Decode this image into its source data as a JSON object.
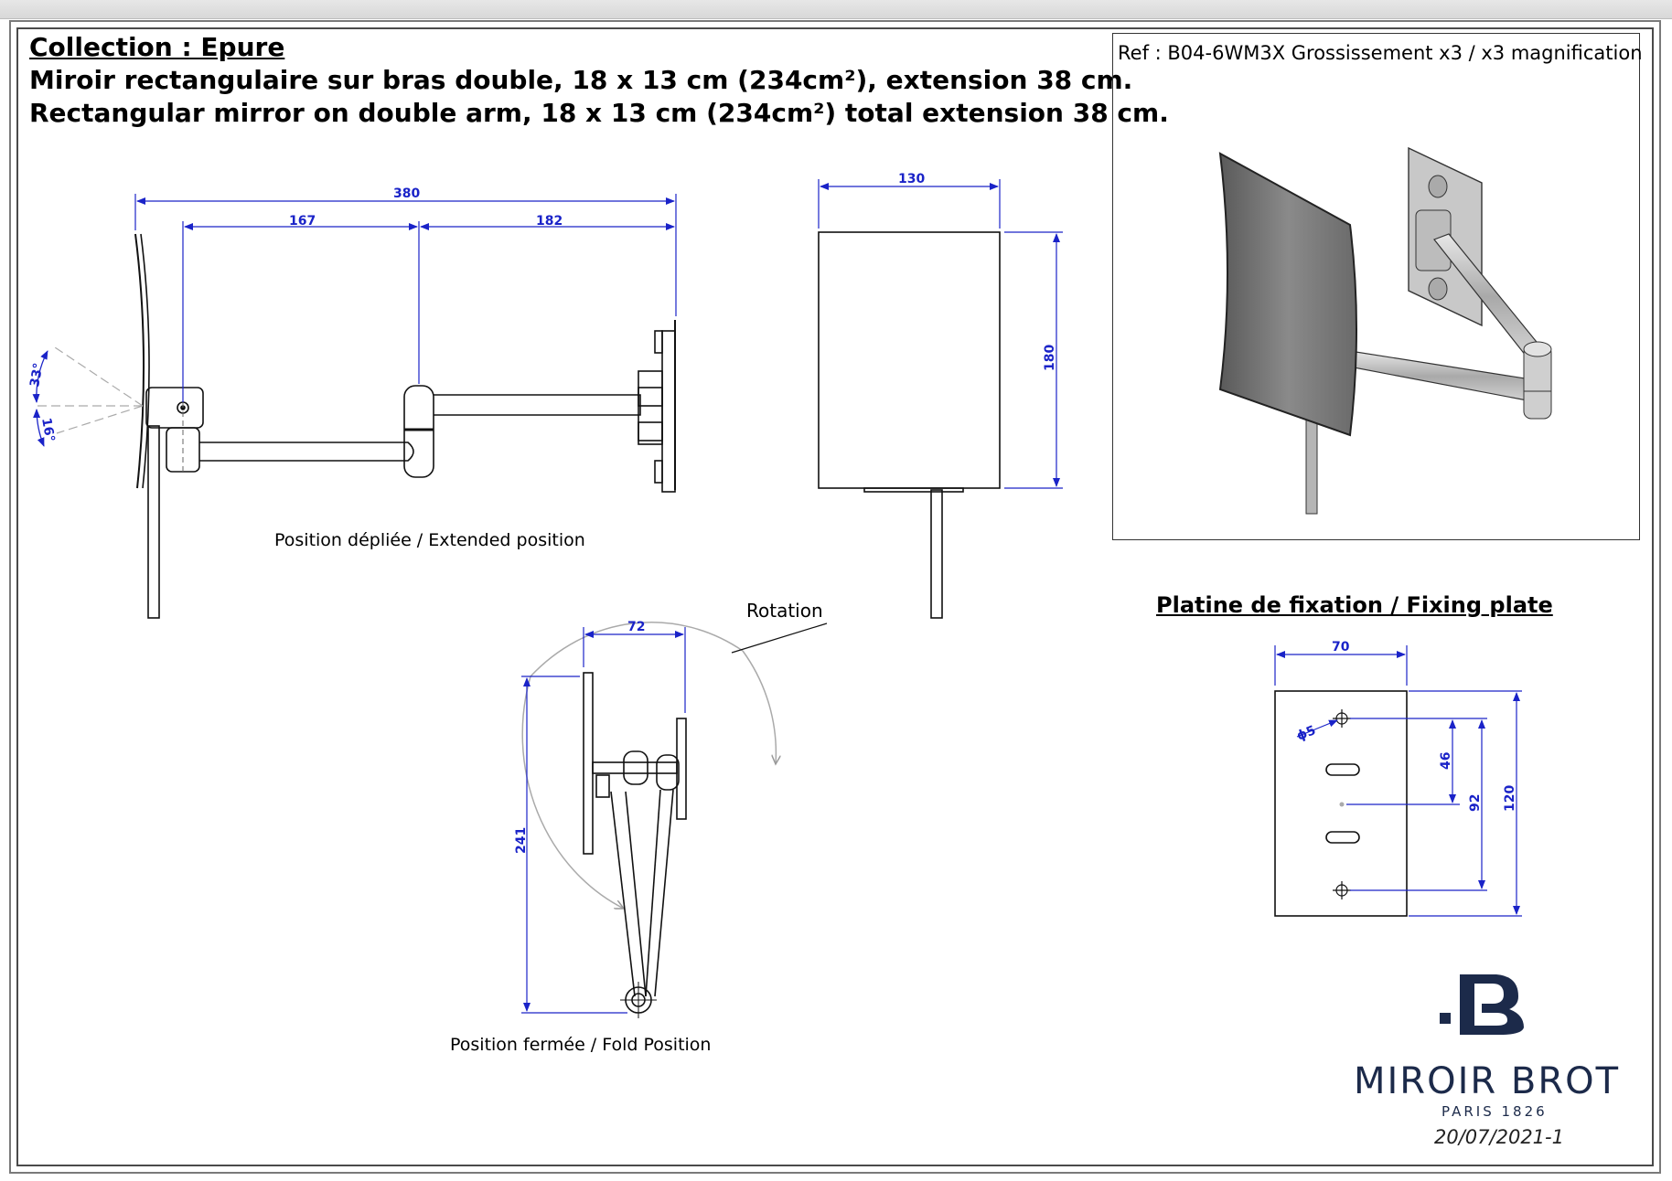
{
  "header": {
    "collection": "Collection : Epure",
    "line_fr": "Miroir rectangulaire sur bras double, 18 x 13 cm (234cm²), extension 38 cm.",
    "line_en": "Rectangular mirror on double arm, 18 x 13 cm (234cm²) total extension 38 cm."
  },
  "ref": "Ref : B04-6WM3X Grossissement x3 / x3 magnification",
  "captions": {
    "extended": "Position dépliée / Extended position",
    "folded": "Position fermée / Fold Position",
    "rotation": "Rotation",
    "plate": "Platine de fixation / Fixing plate "
  },
  "dimensions": {
    "total": "380",
    "first_arm": "167",
    "second_arm": "182",
    "angle_up": "33°",
    "angle_down": "16°",
    "front_width": "130",
    "front_height": "180",
    "fold_depth": "72",
    "fold_height": "241",
    "plate_width": "70",
    "hole_diameter": "ϕ5",
    "plate_half": "46",
    "plate_holes": "92",
    "plate_height": "120"
  },
  "brand": {
    "name": "MIROIR BROT",
    "sub": "PARIS 1826",
    "date": "20/07/2021-1"
  },
  "colors": {
    "dimension": "#1a23c8",
    "brand": "#1c2a4a"
  }
}
